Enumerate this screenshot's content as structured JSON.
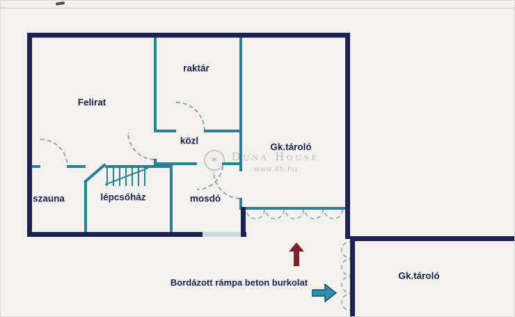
{
  "plan": {
    "rooms": {
      "raktar": "raktár",
      "felirat": "Felirat",
      "kozl": "közl",
      "gk_tarolo": "Gk.tároló",
      "szauna": "szauna",
      "lepcsohaz": "lépcsőház",
      "mosdo": "mosdó",
      "gk_tarolo_2": "Gk.tároló"
    },
    "annotation": "Bordázott rámpa beton burkolat"
  },
  "watermark": {
    "brand": "Duna House",
    "url": "www.dh.hu",
    "star": "✶"
  },
  "colors": {
    "wall_outer": "#1c2150",
    "wall_inner": "#2c7e95",
    "door_arc": "#93a6ae",
    "ramp_up_arrow": "#7c212d",
    "ramp_right_arrow": "#2e8fb0",
    "wall_opening": "#ccd8de"
  }
}
